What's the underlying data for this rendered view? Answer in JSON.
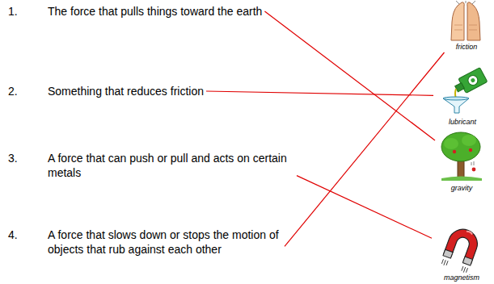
{
  "diagram": {
    "nodes": [
      {
        "text": [
          "1.",
          "The force that pulls things toward the earth"
        ]
      },
      {
        "text": [
          "2.",
          "Something that reduces friction"
        ]
      },
      {
        "text": [
          "3.",
          "A force that can push or pull and acts on certain metals"
        ]
      },
      {
        "text": [
          "4.",
          "A force that slows down or stops the motion of objects that rub against each other"
        ]
      },
      {
        "text": [
          "friction"
        ]
      },
      {
        "text": [
          "lubricant"
        ]
      },
      {
        "text": [
          "gravity"
        ]
      },
      {
        "text": [
          "magnetism"
        ]
      }
    ],
    "edges": [
      {
        "from": 0,
        "to": 6,
        "arrow": "none"
      },
      {
        "from": 1,
        "to": 5,
        "arrow": "none"
      },
      {
        "from": 2,
        "to": 7,
        "arrow": "none"
      },
      {
        "from": 3,
        "to": 4,
        "arrow": "none"
      }
    ]
  }
}
